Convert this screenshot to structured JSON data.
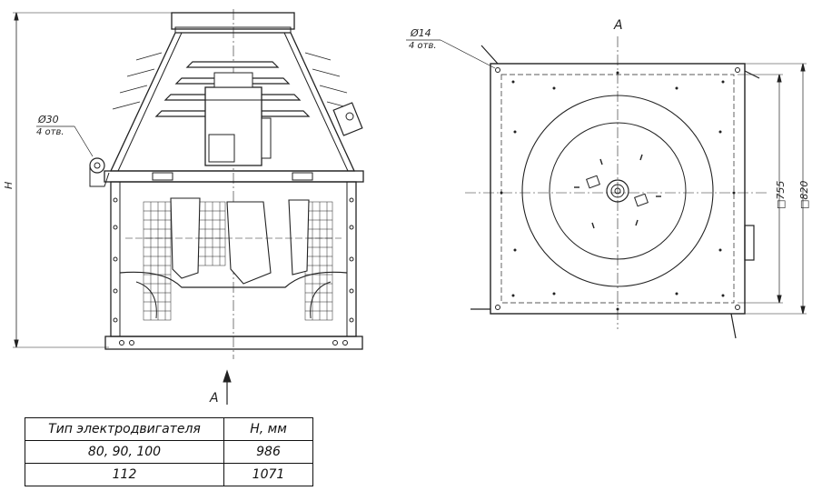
{
  "front_view": {
    "hole_label_diameter": "Ø30",
    "hole_label_count": "4 отв.",
    "height_label": "H",
    "view_arrow_label": "A"
  },
  "top_view": {
    "title": "A",
    "hole_label_diameter": "Ø14",
    "hole_label_count": "4 отв.",
    "dim_inner": "□755",
    "dim_outer": "□820"
  },
  "table": {
    "header": [
      "Тип электродвигателя",
      "H, мм"
    ],
    "rows": [
      [
        "80, 90, 100",
        "986"
      ],
      [
        "112",
        "1071"
      ]
    ]
  }
}
